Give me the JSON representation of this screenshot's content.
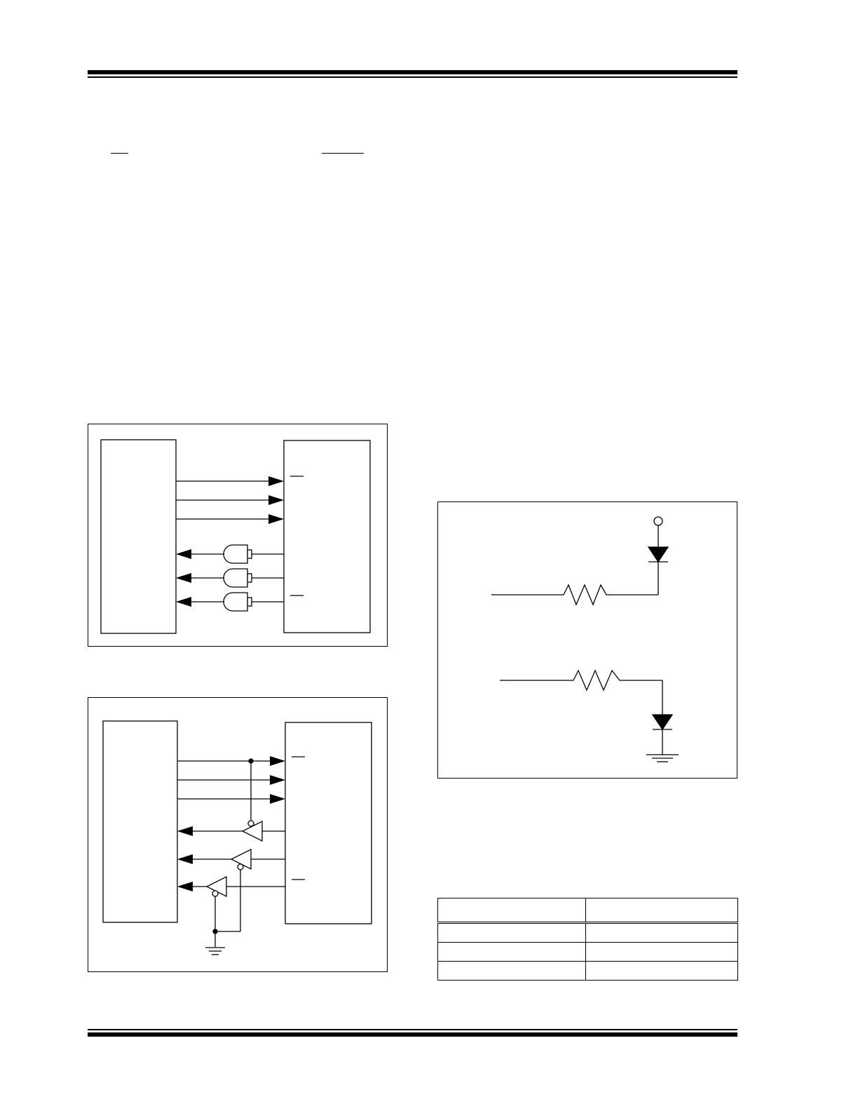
{
  "page": {
    "header_rules": true,
    "footer_rules": true
  },
  "text_fragments": {
    "overbar_1": "",
    "overbar_2": ""
  },
  "figures": [
    {
      "id": "figure-1",
      "kind": "schematic",
      "title": ""
    },
    {
      "id": "figure-2",
      "kind": "schematic",
      "title": ""
    },
    {
      "id": "figure-3",
      "kind": "schematic",
      "title": ""
    }
  ],
  "table": {
    "header": [
      "",
      ""
    ],
    "rows": [
      [
        "",
        ""
      ],
      [
        "",
        ""
      ],
      [
        "",
        ""
      ]
    ]
  },
  "colors": {
    "ink": "#000000",
    "paper": "#ffffff"
  }
}
